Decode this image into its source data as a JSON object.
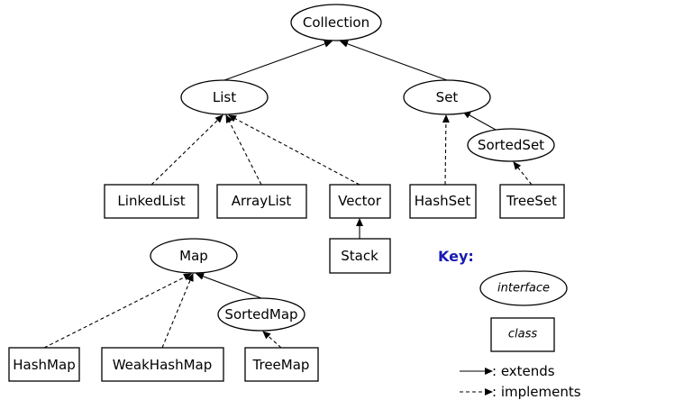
{
  "nodes": {
    "collection": "Collection",
    "list": "List",
    "set": "Set",
    "sortedset": "SortedSet",
    "linkedlist": "LinkedList",
    "arraylist": "ArrayList",
    "vector": "Vector",
    "hashset": "HashSet",
    "treeset": "TreeSet",
    "stack": "Stack",
    "map": "Map",
    "sortedmap": "SortedMap",
    "hashmap": "HashMap",
    "weakhashmap": "WeakHashMap",
    "treemap": "TreeMap"
  },
  "key": {
    "title": "Key:",
    "title_color": "#1a1ab3",
    "interface_label": "interface",
    "class_label": "class",
    "extends_label": ":   extends",
    "implements_label": ":   implements"
  },
  "edges": [
    {
      "from": "list",
      "to": "collection",
      "type": "extends"
    },
    {
      "from": "set",
      "to": "collection",
      "type": "extends"
    },
    {
      "from": "sortedset",
      "to": "set",
      "type": "extends"
    },
    {
      "from": "linkedlist",
      "to": "list",
      "type": "implements"
    },
    {
      "from": "arraylist",
      "to": "list",
      "type": "implements"
    },
    {
      "from": "vector",
      "to": "list",
      "type": "implements"
    },
    {
      "from": "hashset",
      "to": "set",
      "type": "implements"
    },
    {
      "from": "treeset",
      "to": "sortedset",
      "type": "implements"
    },
    {
      "from": "stack",
      "to": "vector",
      "type": "extends"
    },
    {
      "from": "sortedmap",
      "to": "map",
      "type": "extends"
    },
    {
      "from": "hashmap",
      "to": "map",
      "type": "implements"
    },
    {
      "from": "weakhashmap",
      "to": "map",
      "type": "implements"
    },
    {
      "from": "treemap",
      "to": "sortedmap",
      "type": "implements"
    }
  ]
}
